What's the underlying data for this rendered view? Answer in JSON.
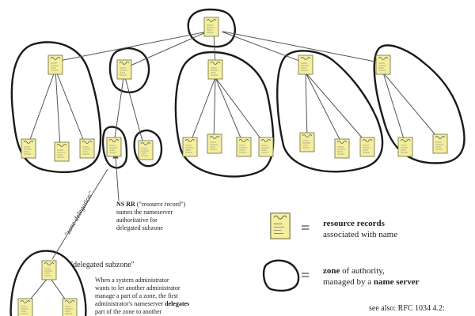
{
  "colors": {
    "node_fill": "#f4ef9f",
    "node_border": "#6d6a3a",
    "zone_stroke": "#1a1a1a",
    "edge": "#555555",
    "text": "#222222"
  },
  "annotations": {
    "ns_rr": {
      "line1_bold": "NS RR",
      "line1_rest": " (\"resource record\")",
      "line2": "names the nameserver",
      "line3": "authoritative for",
      "line4": "delegated subzone"
    },
    "zone_delegation": "\"zone delegation\"",
    "delegated_subzone": "\"delegated subzone\"",
    "delegation_text": {
      "line1": "When a system administrator",
      "line2": "wants to let another administrator",
      "line3": "manage a part of a zone, the first",
      "line4_rest": "administrator's nameserver ",
      "line4_bold": "delegates",
      "line5": "part of the zone to another"
    }
  },
  "legend": {
    "records": {
      "title": "resource records",
      "subtitle": "associated with name",
      "equals": "="
    },
    "zone": {
      "title": "zone",
      "title_rest": " of authority,",
      "subtitle_pre": "managed by a ",
      "subtitle_bold": "name server",
      "equals": "="
    }
  },
  "see_also": "see also: RFC 1034 4.2:"
}
